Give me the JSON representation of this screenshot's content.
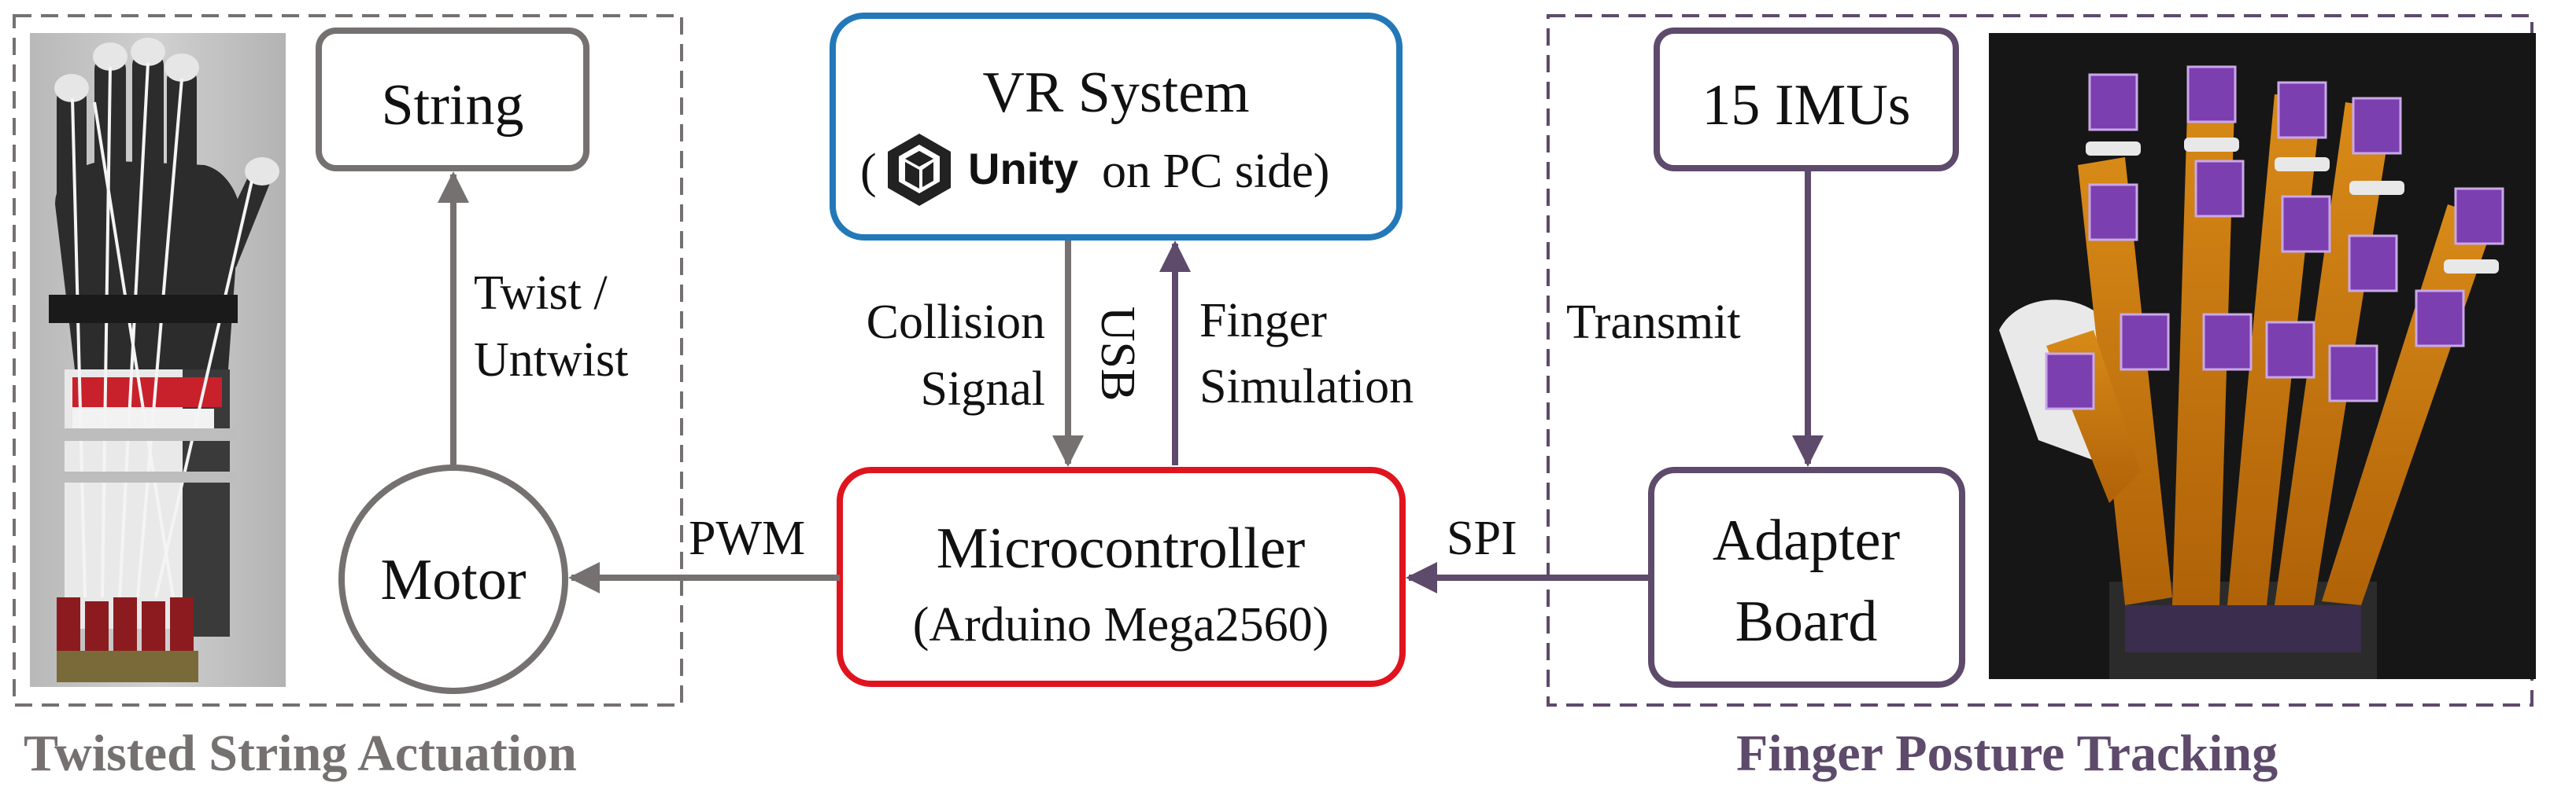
{
  "colors": {
    "gray": "#767171",
    "purple": "#5e4a6b",
    "blue": "#2378b8",
    "red": "#e0141e"
  },
  "nodes": {
    "string": "String",
    "motor": "Motor",
    "vr_title": "VR System",
    "vr_sub_open": "(",
    "vr_unity": "Unity",
    "vr_sub_rest": "on PC side)",
    "mcu_title": "Microcontroller",
    "mcu_sub": "(Arduino Mega2560)",
    "imus": "15 IMUs",
    "adapter_line1": "Adapter",
    "adapter_line2": "Board"
  },
  "edges": {
    "twist_line1": "Twist /",
    "twist_line2": "Untwist",
    "pwm": "PWM",
    "collision_line1": "Collision",
    "collision_line2": "Signal",
    "usb": "USB",
    "finger_sim_line1": "Finger",
    "finger_sim_line2": "Simulation",
    "transmit": "Transmit",
    "spi": "SPI"
  },
  "sections": {
    "left": "Twisted String Actuation",
    "right": "Finger Posture Tracking"
  },
  "icons": {
    "unity_logo": "unity-logo-icon",
    "glove_left_photo": "twisted-string-glove-photo",
    "glove_right_photo": "imu-glove-photo"
  }
}
